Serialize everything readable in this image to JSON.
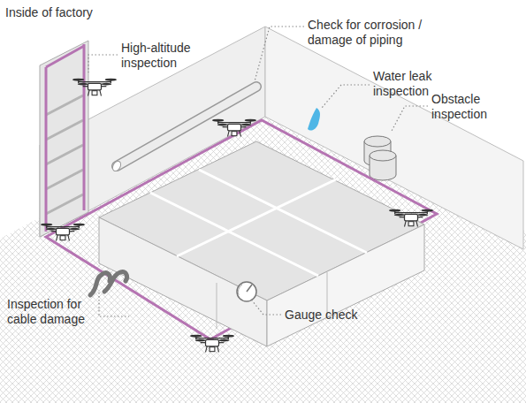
{
  "diagram": {
    "labels": [
      "Inside of factory",
      "High-altitude inspection",
      "Check for corrosion / damage of piping",
      "Water leak inspection",
      "Obstacle inspection",
      "Inspection for cable damage",
      "Gauge check"
    ]
  }
}
